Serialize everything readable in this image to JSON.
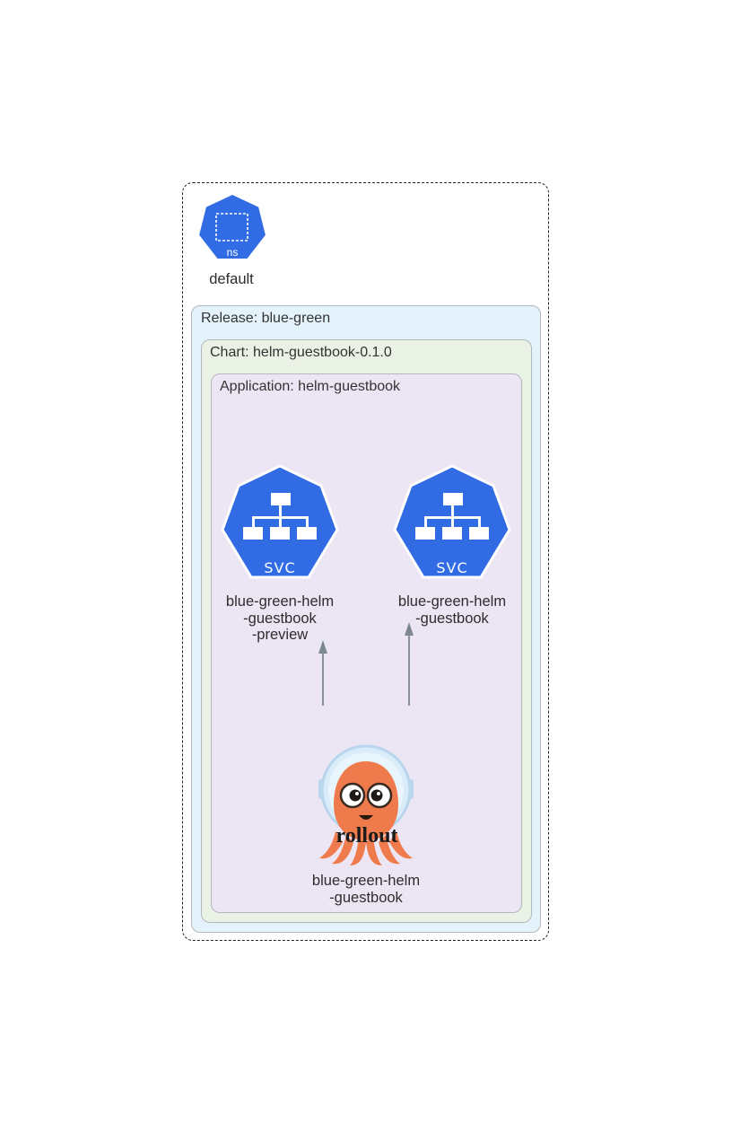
{
  "namespace": {
    "icon_label": "ns",
    "name": "default"
  },
  "clusters": {
    "release": "Release: blue-green",
    "chart": "Chart: helm-guestbook-0.1.0",
    "application": "Application: helm-guestbook"
  },
  "nodes": {
    "svc_preview": {
      "icon_label": "SVC",
      "name": "blue-green-helm\n-guestbook\n-preview"
    },
    "svc_main": {
      "icon_label": "SVC",
      "name": "blue-green-helm\n-guestbook"
    },
    "rollout": {
      "icon_label": "rollout",
      "name": "blue-green-helm\n-guestbook"
    }
  },
  "colors": {
    "k8s_blue": "#326ce5",
    "release_fill": "#e3f2fb",
    "chart_fill": "#eaf1e5",
    "application_fill": "#ece6f4",
    "edge": "#7b8893",
    "octopus_orange": "#ef7b4d"
  },
  "edges": [
    {
      "from": "rollout",
      "to": "svc_preview"
    },
    {
      "from": "rollout",
      "to": "svc_main"
    }
  ]
}
